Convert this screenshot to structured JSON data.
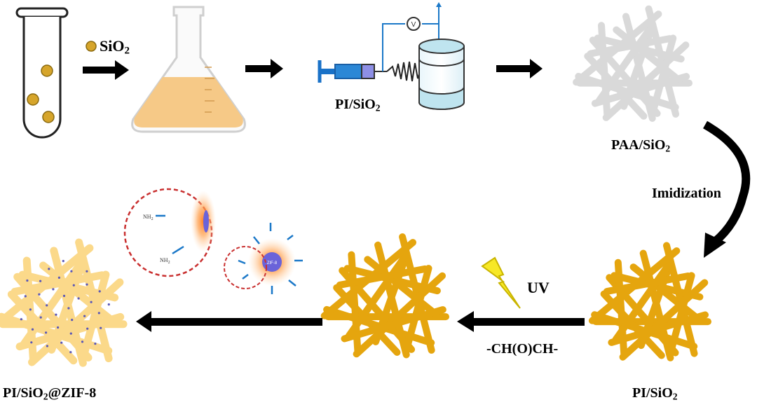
{
  "figure": {
    "title": "Preparation of PI/SiO2@ZIF-8 nanofibrous membrane",
    "top_row": {
      "sio2_particle": {
        "formula": "SiO",
        "subscript": "2"
      },
      "electrospinning": {
        "formula": "PI/SiO",
        "subscript": "2"
      },
      "paa_membrane": {
        "formula": "PAA/SiO",
        "subscript": "2"
      }
    },
    "steps": {
      "imidization": "Imidization",
      "uv": "UV",
      "epoxy": "-CH(O)CH-"
    },
    "bottom_row": {
      "pi_membrane": {
        "formula": "PI/SiO",
        "subscript": "2"
      },
      "final": {
        "formula_a": "PI/SiO",
        "subscript": "2",
        "formula_b": "@ZIF-8"
      }
    },
    "inset": {
      "amine": "NH",
      "amine_sub": "2",
      "zif_core": "ZIF-8"
    },
    "colors": {
      "fiber_gold": "#e5a50e",
      "fiber_light": "#fbd98a",
      "fiber_gray": "#d9d9d9",
      "particle": "#d6a52b",
      "liquid": "#f6c987",
      "arrow": "#000000",
      "blue": "#1b78c8",
      "syringe_blue": "#1a72c8"
    }
  }
}
